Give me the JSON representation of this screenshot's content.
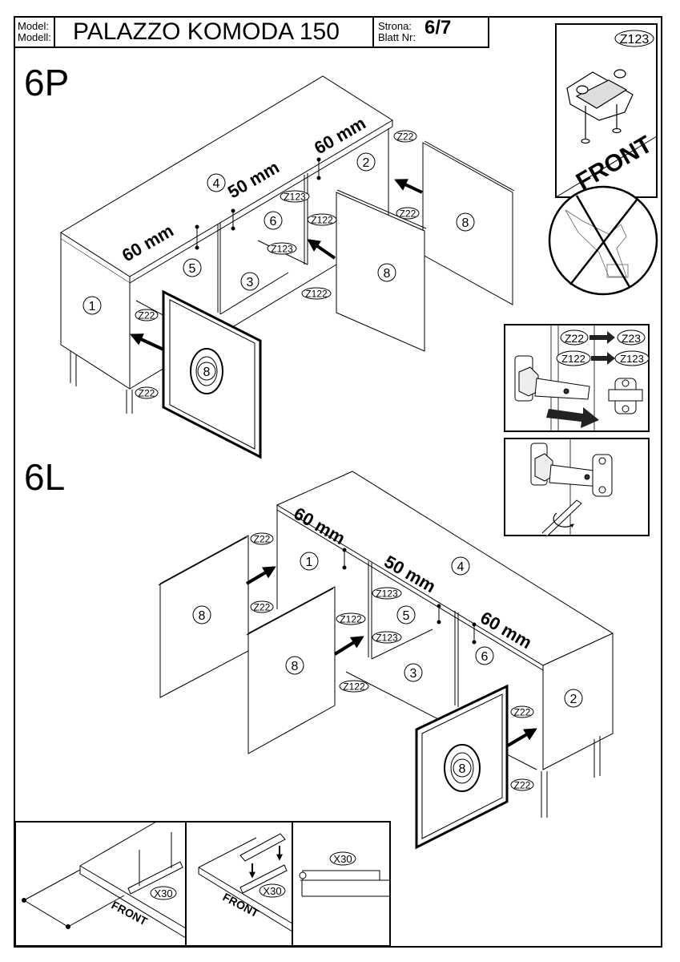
{
  "header": {
    "model_label_1": "Model:",
    "model_label_2": "Modell:",
    "title": "PALAZZO KOMODA 150",
    "page_label_1": "Strona:",
    "page_label_2": "Blatt Nr:",
    "page_number": "6/7"
  },
  "steps": {
    "right": "6P",
    "left": "6L"
  },
  "dimensions": {
    "side": "60 mm",
    "middle": "50 mm"
  },
  "parts": {
    "p1": "1",
    "p2": "2",
    "p3": "3",
    "p4": "4",
    "p5": "5",
    "p6": "6",
    "p8": "8"
  },
  "hardware": {
    "z22": "Z22",
    "z23": "Z23",
    "z122": "Z122",
    "z123": "Z123",
    "x30": "X30"
  },
  "inset": {
    "front_label": "FRONT",
    "no_drill_icon": "no-power-drill-icon"
  }
}
